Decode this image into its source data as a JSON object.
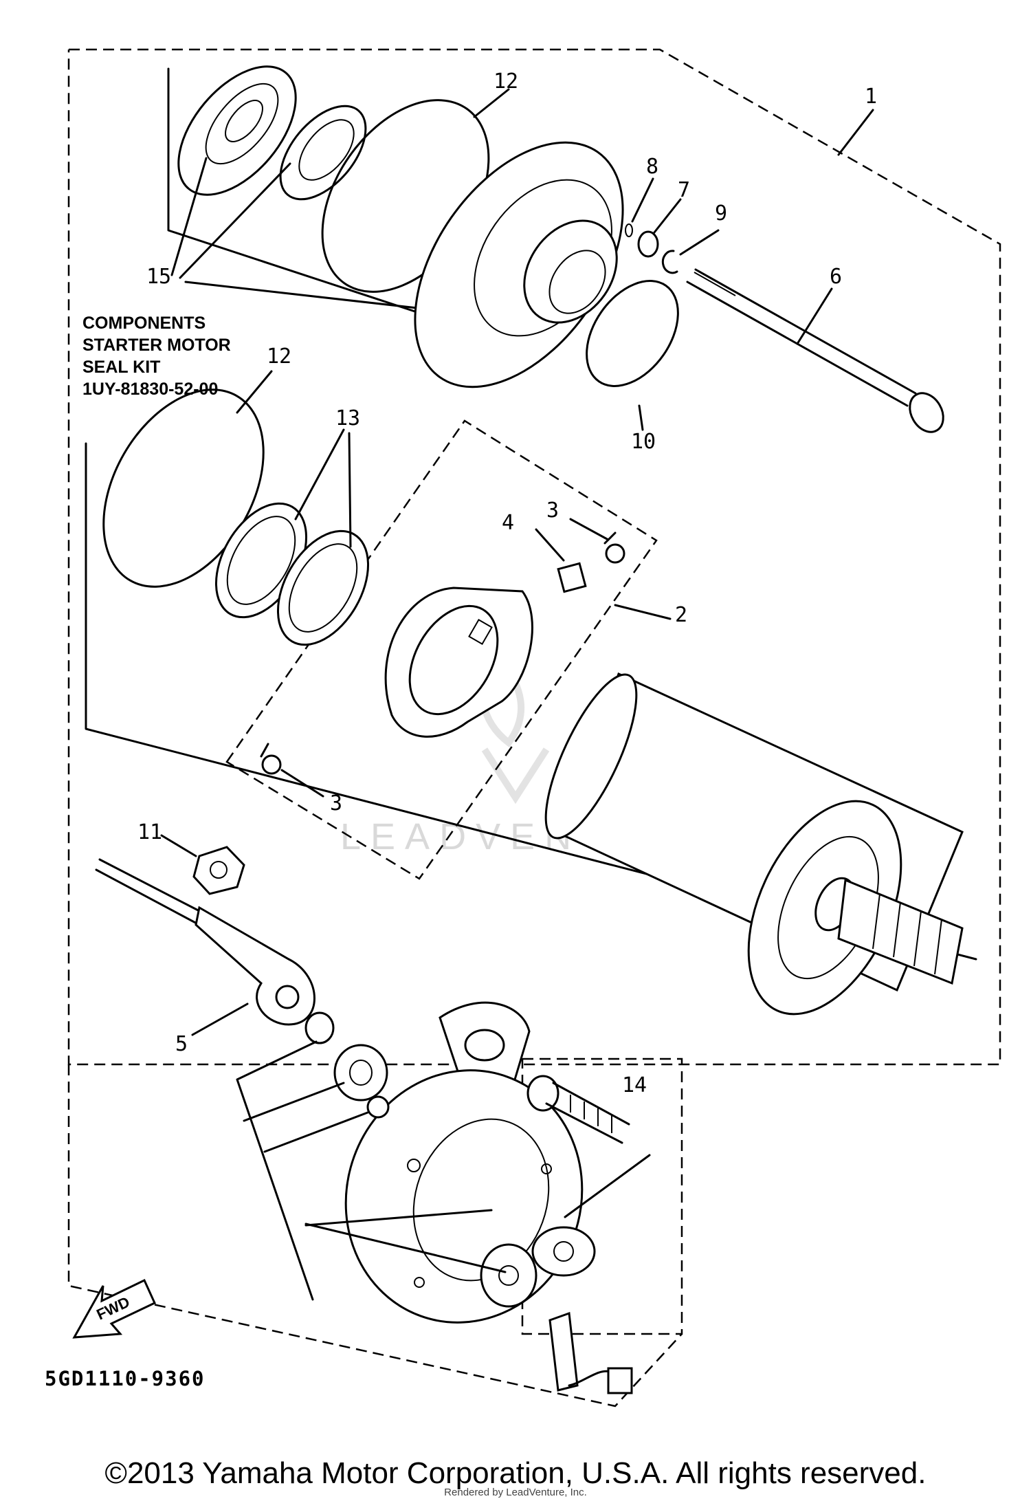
{
  "diagram": {
    "callouts": {
      "c1": "1",
      "c2": "2",
      "c3a": "3",
      "c3b": "3",
      "c4": "4",
      "c5": "5",
      "c6": "6",
      "c7": "7",
      "c8": "8",
      "c9": "9",
      "c10": "10",
      "c11": "11",
      "c12a": "12",
      "c12b": "12",
      "c13": "13",
      "c14": "14",
      "c15": "15"
    },
    "kit_note": {
      "line1": "COMPONENTS",
      "line2": "STARTER MOTOR",
      "line3": "SEAL KIT",
      "part_number": "1UY-81830-52-00"
    },
    "diagram_code": "5GD1110-9360",
    "fwd_label": "FWD",
    "watermark": "LEADVENTURE"
  },
  "footer": {
    "copyright": "©2013 Yamaha Motor Corporation, U.S.A. All rights reserved.",
    "rendered_by": "Rendered by LeadVenture, Inc."
  }
}
